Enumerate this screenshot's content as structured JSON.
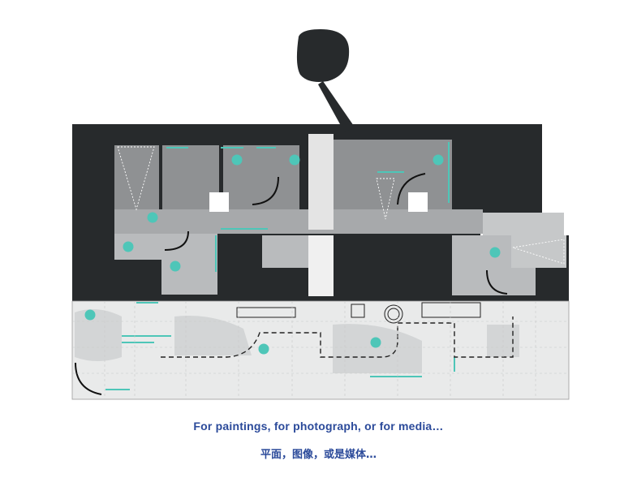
{
  "colors": {
    "background": "#ffffff",
    "wall_dark": "#272a2c",
    "room_mid_gray": "#8f9193",
    "room_light_gray": "#b9bbbd",
    "corridor_gray": "#d0d2d3",
    "floor_light": "#e9eaea",
    "accent_teal": "#4ec6b8",
    "caption_blue": "#2b4a9a",
    "grid_dash": "#c8c8c8"
  },
  "diagram": {
    "icons": {
      "spot_marker": "teal-dot-marker",
      "projector": "projector-icon",
      "tree_pond": "pond-icon",
      "plinth": "plinth-icon"
    }
  },
  "captions": {
    "english": "For paintings, for photograph, or for media…",
    "chinese": "平面，图像，或是媒体…"
  }
}
